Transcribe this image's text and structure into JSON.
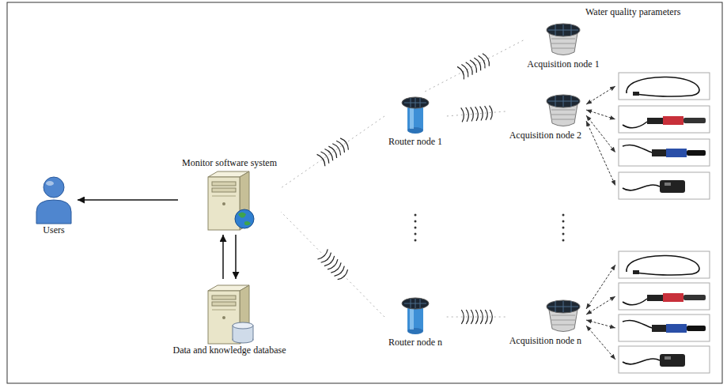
{
  "diagram": {
    "nodes": [
      {
        "text": [
          "Users"
        ]
      },
      {
        "text": [
          "Monitor software system"
        ]
      },
      {
        "text": [
          "Data and knowledge database"
        ]
      },
      {
        "text": [
          "Router node 1"
        ]
      },
      {
        "text": [
          "Acquisition node 1"
        ]
      },
      {
        "text": [
          "Acquisition node 2"
        ]
      },
      {
        "text": [
          "Router node n"
        ]
      },
      {
        "text": [
          "Acquisition node n"
        ]
      }
    ],
    "edges": [
      {
        "from": 1,
        "to": 0,
        "arrow": "to"
      },
      {
        "from": 1,
        "to": 2,
        "arrow": "to"
      },
      {
        "from": 2,
        "to": 1,
        "arrow": "to"
      },
      {
        "from": 3,
        "to": 1,
        "arrow": "none"
      },
      {
        "from": 6,
        "to": 1,
        "arrow": "none"
      },
      {
        "from": 4,
        "to": 3,
        "arrow": "none"
      },
      {
        "from": 5,
        "to": 3,
        "arrow": "none"
      },
      {
        "from": 7,
        "to": 6,
        "arrow": "none"
      }
    ],
    "labels": [
      "Water quality parameters"
    ]
  }
}
